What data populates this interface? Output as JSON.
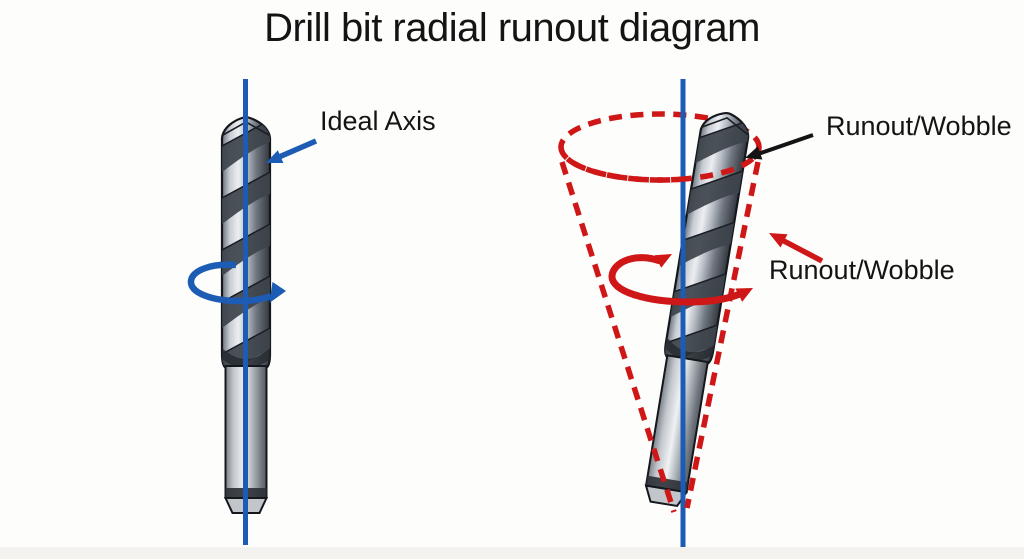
{
  "title": "Drill bit radial runout diagram",
  "left_figure": {
    "label_ideal_axis": "Ideal Axis"
  },
  "right_figure": {
    "label_runout_top": "Runout/Wobble",
    "label_runout_side": "Runout/Wobble"
  },
  "icons": {
    "left_axis": "vertical-axis-line",
    "left_rotation": "rotation-arrow",
    "ideal_axis_pointer": "arrow-pointer",
    "right_axis": "vertical-axis-line",
    "runout_cone": "dashed-cone",
    "right_rotation": "rotation-arrow",
    "runout_top_pointer": "arrow-pointer",
    "runout_side_pointer": "arrow-pointer"
  },
  "colors": {
    "background": "#fdfdfb",
    "axis_blue": "#1d5cb4",
    "runout_red": "#cf1717",
    "text": "#141414",
    "footer_strip": "#f4f2ee"
  }
}
